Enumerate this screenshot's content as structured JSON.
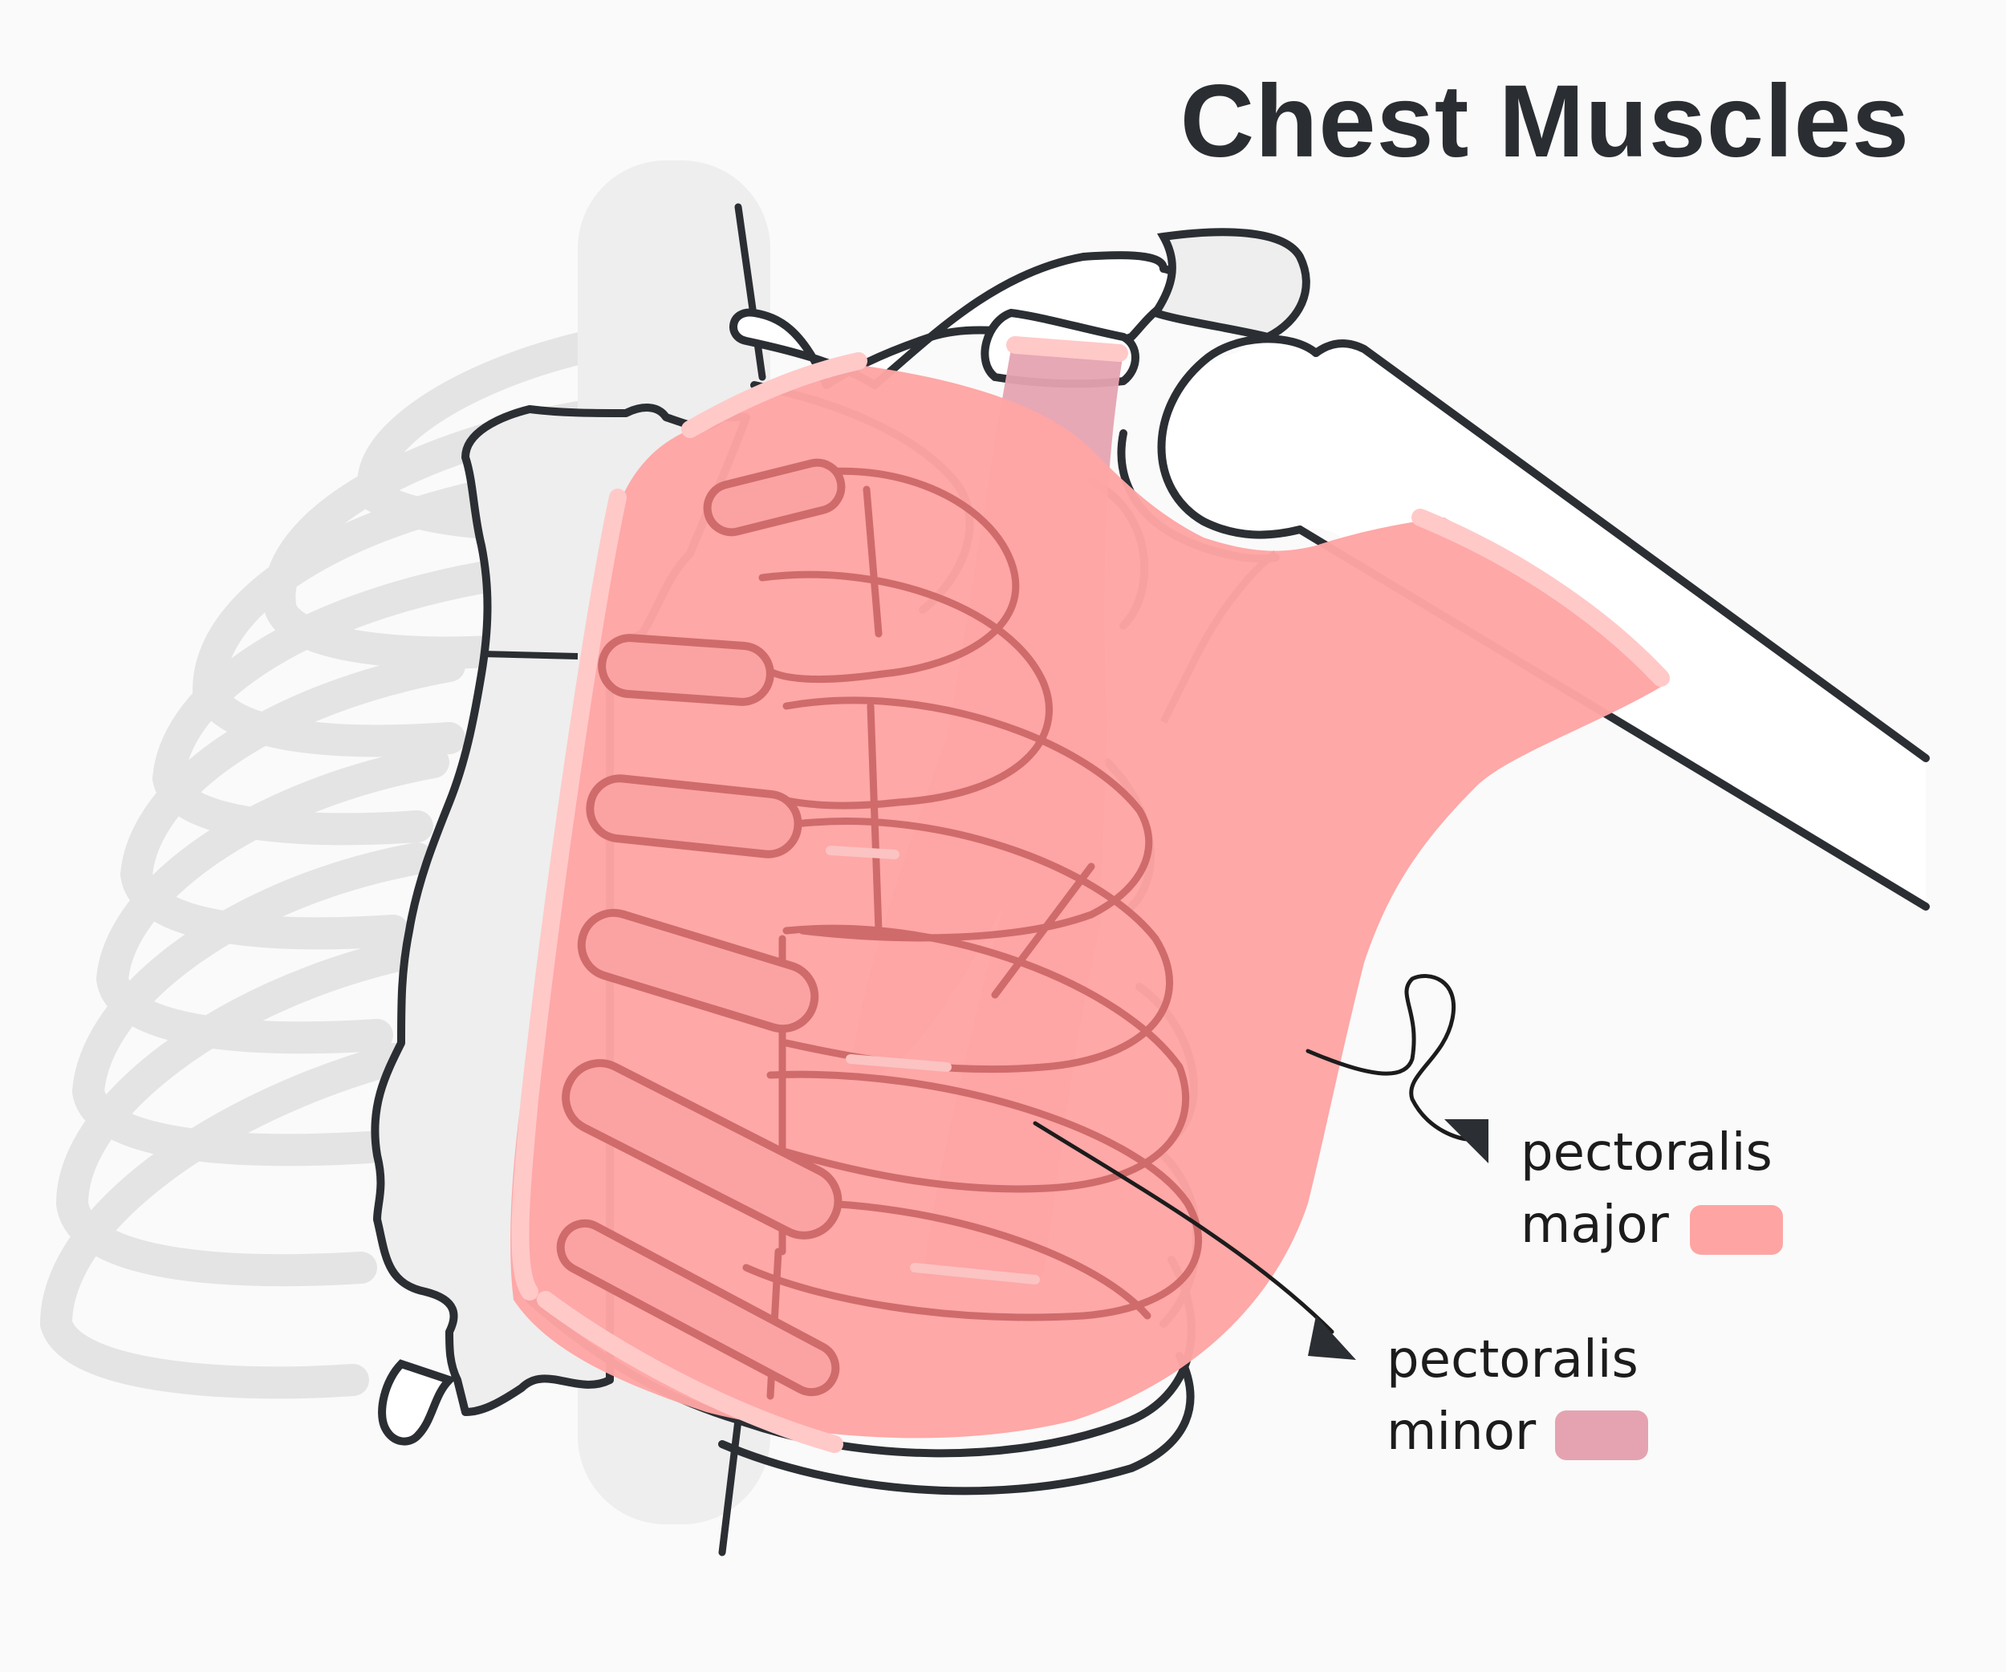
{
  "title": "Chest Muscles",
  "legend": [
    {
      "line1": "pectoralis",
      "line2": "major",
      "color": "#fea5a4"
    },
    {
      "line1": "pectoralis",
      "line2": "minor",
      "color": "#e5a3b1"
    }
  ],
  "colors": {
    "bone_outline": "#2b2e33",
    "ghost_ribs": "#e3e3e3",
    "sternum_fill": "#eeeeee",
    "pectoralis_major": "#fea5a4",
    "pectoralis_minor": "#e5a3b1",
    "rib_under_muscle": "#cf6b6b",
    "background": "#fafafa"
  }
}
